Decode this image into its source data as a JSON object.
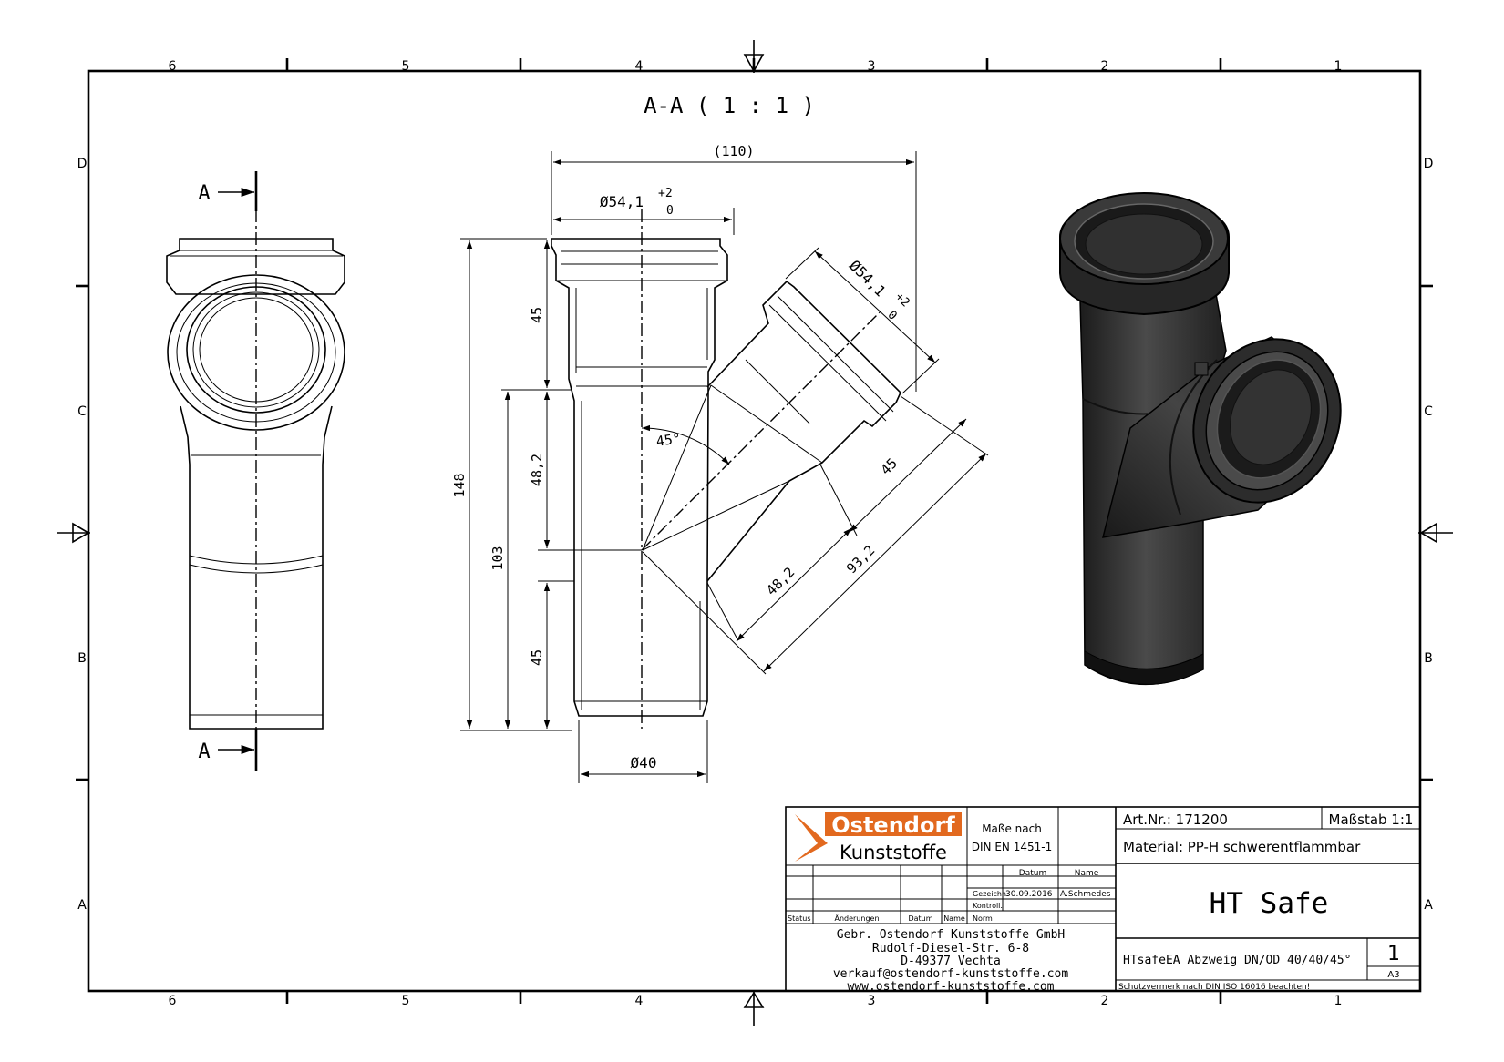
{
  "frame": {
    "column_labels": [
      "6",
      "5",
      "4",
      "3",
      "2",
      "1"
    ],
    "row_labels": [
      "D",
      "C",
      "B",
      "A"
    ]
  },
  "view": {
    "section_title": "A-A ( 1 : 1 )",
    "section_marker": "A"
  },
  "dimensions": {
    "overall_width": "(110)",
    "top_socket_diameter": "Ø54,1",
    "top_socket_tol_upper": "+2",
    "top_socket_tol_lower": "0",
    "branch_socket_diameter": "Ø54,1",
    "branch_socket_tol_upper": "+2",
    "branch_socket_tol_lower": "0",
    "total_height": "148",
    "height_103": "103",
    "upper_socket_depth": "45",
    "mid_48": "48,2",
    "lower_45": "45",
    "angle": "45°",
    "branch_45": "45",
    "branch_93": "93,2",
    "branch_48": "48,2",
    "bottom_diameter": "Ø40"
  },
  "title_block": {
    "logo_top": "Ostendorf",
    "logo_bottom": "Kunststoffe",
    "dims_note_line1": "Maße nach",
    "dims_note_line2": "DIN EN 1451-1",
    "col_datum": "Datum",
    "col_name": "Name",
    "row_gezeichn": "Gezeichn.",
    "gezeichn_date": "30.09.2016",
    "gezeichn_name": "A.Schmedes",
    "row_kontroll": "Kontroll.",
    "row_norm": "Norm",
    "rev_status": "Status",
    "rev_changes": "Änderungen",
    "rev_date": "Datum",
    "rev_name": "Name",
    "company": "Gebr. Ostendorf Kunststoffe GmbH",
    "street": "Rudolf-Diesel-Str. 6-8",
    "city": "D-49377 Vechta",
    "email": "verkauf@ostendorf-kunststoffe.com",
    "web": "www.ostendorf-kunststoffe.com",
    "art_nr": "Art.Nr.: 171200",
    "scale": "Maßstab 1:1",
    "material": "Material: PP-H schwerentflammbar",
    "product": "HT Safe",
    "description": "HTsafeEA Abzweig DN/OD 40/40/45°",
    "sheet": "1",
    "format": "A3",
    "protection": "Schutzvermerk nach DIN ISO 16016 beachten!"
  },
  "colors": {
    "logo_orange": "#e2691f",
    "part_dark": "#2a2a2a"
  }
}
